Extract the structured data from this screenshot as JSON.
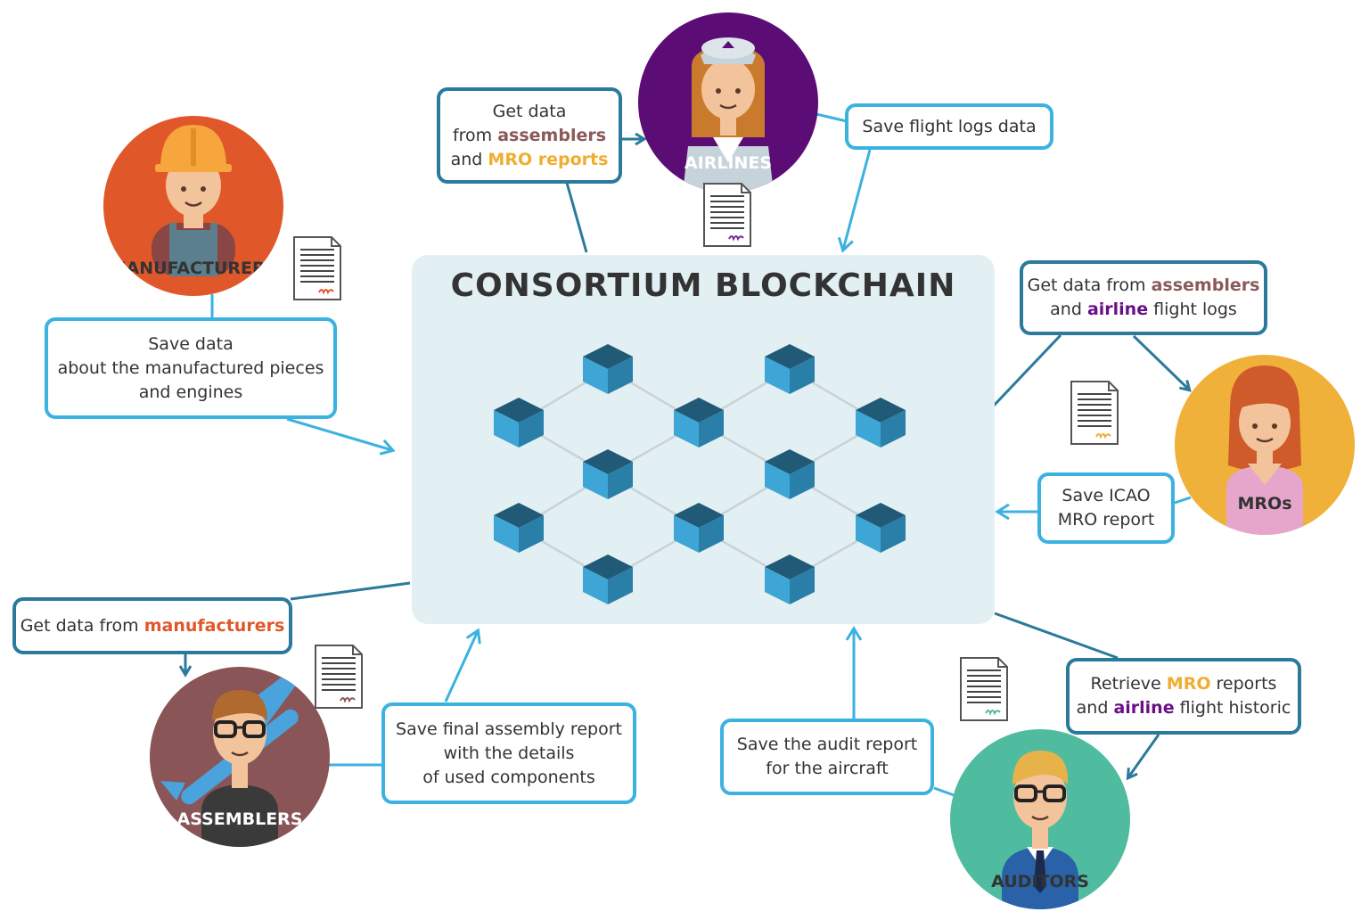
{
  "center": {
    "title": "CONSORTIUM BLOCKCHAIN"
  },
  "actors": {
    "manufacturers": {
      "label": "MANUFACTURERS",
      "color": "#e0582a"
    },
    "airlines": {
      "label": "AIRLINES",
      "color": "#5c0d75"
    },
    "mros": {
      "label": "MROs",
      "color": "#f0b13a"
    },
    "assemblers": {
      "label": "ASSEMBLERS",
      "color": "#8a5557"
    },
    "auditors": {
      "label": "AUDITORS",
      "color": "#4fbc9f"
    }
  },
  "callouts": {
    "airlines_get": {
      "line1": "Get data",
      "line2_pre": "from ",
      "line2_hl": "assemblers",
      "line3_pre": "and ",
      "line3_hl": "MRO reports"
    },
    "airlines_save": {
      "text": "Save flight logs data"
    },
    "manufacturers_save": {
      "line1": "Save data",
      "line2": "about the manufactured pieces",
      "line3": "and engines"
    },
    "mros_get": {
      "line1_pre": "Get data from ",
      "line1_hl": "assemblers",
      "line2_pre": "and ",
      "line2_hl": "airline",
      "line2_post": " flight logs"
    },
    "mros_save": {
      "line1": "Save ICAO",
      "line2": "MRO report"
    },
    "assemblers_get": {
      "pre": "Get data from ",
      "hl": "manufacturers"
    },
    "assemblers_save": {
      "line1": "Save final assembly report",
      "line2": "with the details",
      "line3": "of used components"
    },
    "auditors_save": {
      "line1": "Save the audit report",
      "line2": "for the aircraft"
    },
    "auditors_get": {
      "line1_pre": "Retrieve ",
      "line1_hl": "MRO",
      "line1_post": " reports",
      "line2_pre": "and ",
      "line2_hl": "airline",
      "line2_post": " flight historic"
    }
  },
  "colors": {
    "dark_border": "#2b7a9c",
    "light_border": "#3bb2e0",
    "block_top": "#205a77",
    "block_front": "#3ea6d6",
    "block_side": "#2a7fa8",
    "center_bg": "#e2eff3"
  },
  "icons": [
    "document-icon",
    "block-cube-icon"
  ]
}
